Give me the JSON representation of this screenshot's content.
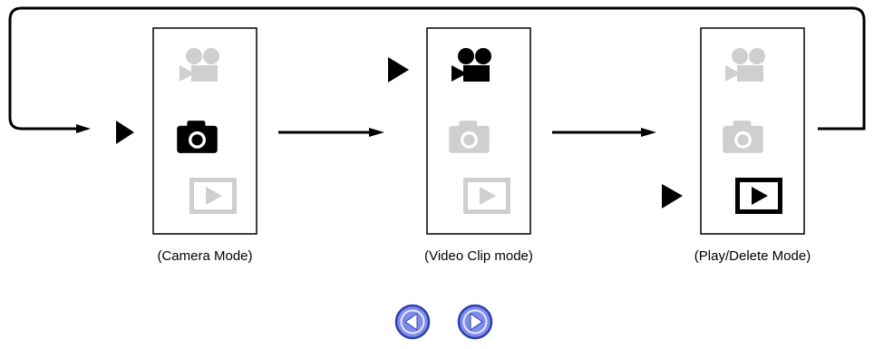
{
  "modes": [
    {
      "label": "(Camera Mode)",
      "selected": "camera"
    },
    {
      "label": "(Video Clip mode)",
      "selected": "video"
    },
    {
      "label": "(Play/Delete Mode)",
      "selected": "play"
    }
  ],
  "icons": {
    "video": "movie-camera-icon",
    "camera": "camera-icon",
    "play": "play-mode-icon"
  },
  "colors": {
    "active": "#000000",
    "inactive": "#cfcfcf",
    "nav_fill": "#7f8ce8",
    "nav_edge": "#2a3fb0"
  },
  "navigation": {
    "previous_icon": "previous-arrow-icon",
    "next_icon": "next-arrow-icon"
  }
}
